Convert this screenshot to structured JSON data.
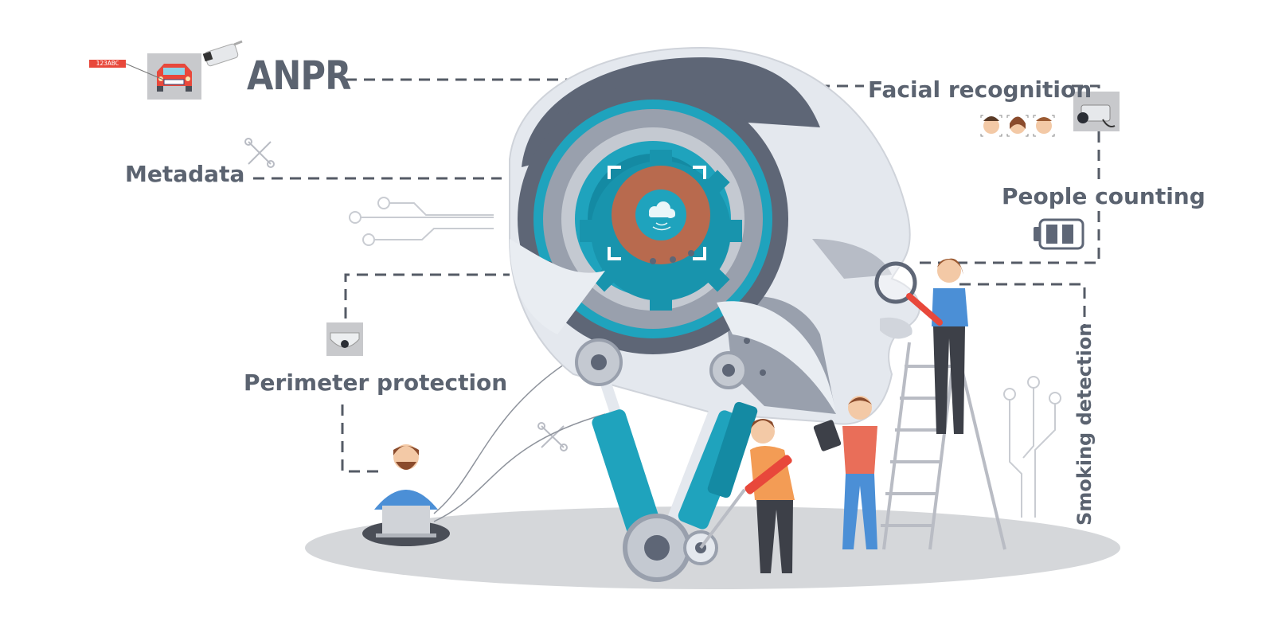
{
  "labels": {
    "anpr": "ANPR",
    "metadata": "Metadata",
    "facial_recognition": "Facial recognition",
    "people_counting": "People counting",
    "perimeter_protection": "Perimeter protection",
    "smoking_detection": "Smoking detection",
    "license_plate": "123ABC"
  },
  "colors": {
    "label_text": "#5b6370",
    "dashed_line": "#555b66",
    "teal": "#1fa3bd",
    "teal_dark": "#148aa3",
    "copper": "#b86a4e",
    "robot_white": "#e4e8ee",
    "robot_grey": "#99a0ad",
    "robot_dark": "#5e6676",
    "ground": "#d5d7da"
  },
  "icons": [
    "car-icon",
    "camera-icon",
    "tools-icon",
    "circuit-icon",
    "dome-camera-icon",
    "face-icon",
    "box-camera-icon",
    "battery-icon",
    "magnifier-icon",
    "laptop-icon",
    "tablet-icon",
    "screwdriver-icon",
    "ladder-icon"
  ]
}
